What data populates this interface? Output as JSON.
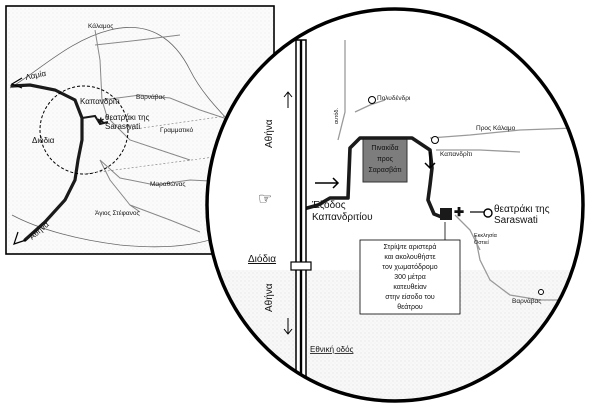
{
  "inset": {
    "labels": {
      "kalamos": "Κάλαμος",
      "lamia": "Λαμία",
      "kapandriti": "Καπανδρίτι",
      "varnavas": "Βαρνάβας",
      "theatraki": "θεατράκι της",
      "saraswati": "Saraswati",
      "diodia": "Διόδια",
      "grammatiko": "Γραμματικό",
      "marathonas": "Μαραθώνας",
      "agios_stefanos": "Άγιος Στέφανος",
      "athina": "Αθήνα"
    }
  },
  "detail": {
    "labels": {
      "polydendri": "Πολυδένδρι",
      "athina_up": "Αθήνα",
      "small_road": "αυτόδ.",
      "kapandriti": "Καπανδρίτι",
      "pros_kalamo": "Προς Κάλαμο",
      "box_line1": "Πινακίδα",
      "box_line2": "προς",
      "box_line3": "Σαρασβάτι",
      "exodos": "Έξοδος",
      "exodos_name": "Καπανδριτίου",
      "theatraki": "θεατράκι της",
      "saraswati": "Saraswati",
      "ekklisia": "Εκκλησία",
      "ekklisia2": "Οστιεί",
      "diodia": "Διόδια",
      "athina_down": "Αθήνα",
      "varnavas": "Βαρνάβας",
      "ethniki_odos": "Εθνική οδός",
      "directions": [
        "Στρίψτε αριστερά",
        "και ακολουθήστε",
        "τον χωματόδρομο",
        "300 μέτρα",
        "κατευθείαν",
        "στην είσοδο του",
        "θεάτρου"
      ]
    }
  },
  "colors": {
    "road_main": "#1a1a1a",
    "road_minor": "#9a9a9a",
    "sign_box": "#7d7d7d",
    "circle_border": "#000000"
  },
  "icons": [
    "pointing-hand-icon",
    "arrow-icon",
    "star-icon"
  ]
}
